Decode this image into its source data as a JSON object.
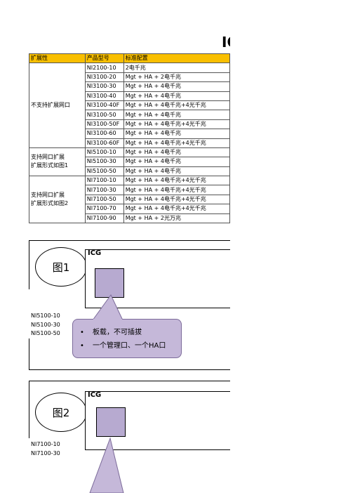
{
  "title": "IC",
  "table": {
    "headers": [
      "扩展性",
      "产品型号",
      "标准配置"
    ],
    "groups": [
      {
        "label": "不支持扩展网口",
        "rows": [
          [
            "NI2100-10",
            "2电千兆"
          ],
          [
            "NI3100-20",
            "Mgt + HA + 2电千兆"
          ],
          [
            "NI3100-30",
            "Mgt + HA + 4电千兆"
          ],
          [
            "NI3100-40",
            "Mgt + HA + 4电千兆"
          ],
          [
            "NI3100-40F",
            "Mgt + HA + 4电千兆+4光千兆"
          ],
          [
            "NI3100-50",
            "Mgt + HA + 4电千兆"
          ],
          [
            "NI3100-50F",
            "Mgt + HA + 4电千兆+4光千兆"
          ],
          [
            "NI3100-60",
            "Mgt + HA + 4电千兆"
          ],
          [
            "NI3100-60F",
            "Mgt + HA + 4电千兆+4光千兆"
          ]
        ]
      },
      {
        "label": "支持网口扩展\n扩展形式如图1",
        "rows": [
          [
            "NI5100-10",
            "Mgt + HA + 4电千兆"
          ],
          [
            "NI5100-30",
            "Mgt + HA + 4电千兆"
          ],
          [
            "NI5100-50",
            "Mgt + HA + 4电千兆"
          ]
        ]
      },
      {
        "label": "支持网口扩展\n扩展形式如图2",
        "rows": [
          [
            "NI7100-10",
            "Mgt + HA + 4电千兆+4光千兆"
          ],
          [
            "NI7100-30",
            "Mgt + HA + 4电千兆+4光千兆"
          ],
          [
            "NI7100-50",
            "Mgt + HA + 4电千兆+4光千兆"
          ],
          [
            "NI7100-70",
            "Mgt + HA + 4电千兆+4光千兆"
          ],
          [
            "NI7100-90",
            "Mgt + HA + 2光万兆"
          ]
        ]
      }
    ]
  },
  "figure1": {
    "label": "图1",
    "icg": "ICG",
    "models": [
      "NI5100-10",
      "NI5100-30",
      "NI5100-50"
    ],
    "callout": {
      "bullet": "•",
      "items": [
        "板载，不可插拔",
        "一个管理口、一个HA口"
      ]
    }
  },
  "figure2": {
    "label": "图2",
    "icg": "ICG",
    "models": [
      "NI7100-10",
      "NI7100-30"
    ]
  },
  "colors": {
    "header_fill": "#f9bf00",
    "module_fill": "#b7aad0",
    "callout_fill": "#c5b8d9"
  }
}
